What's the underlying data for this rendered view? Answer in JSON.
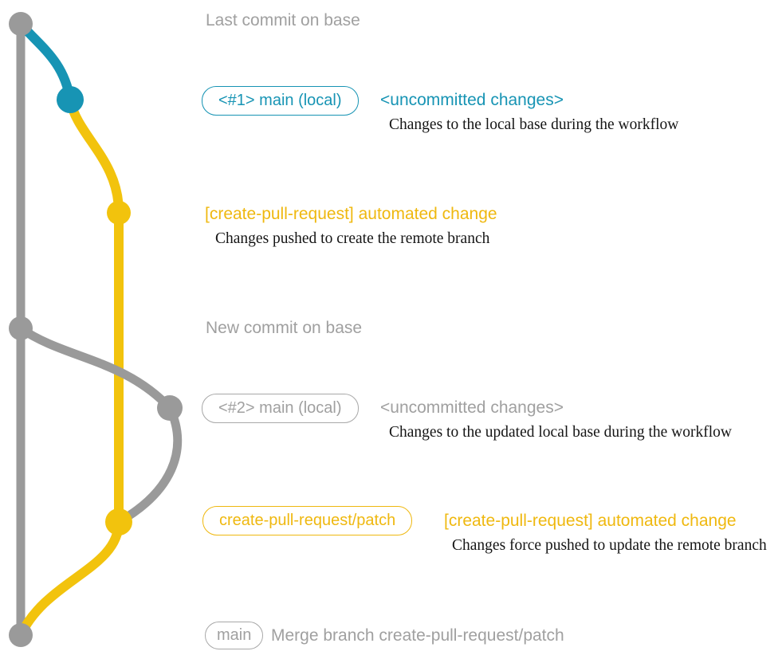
{
  "colors": {
    "base_gray": "#9a9a9a",
    "text_gray": "#a0a0a0",
    "blue": "#1794b4",
    "yellow_line": "#f2c30d",
    "yellow_text": "#efb80f",
    "note_black": "#151515"
  },
  "graph": {
    "branches": [
      {
        "name": "base",
        "color": "#9a9a9a"
      },
      {
        "name": "main (local)",
        "color": "#1794b4"
      },
      {
        "name": "create-pull-request/patch",
        "color": "#f2c30d"
      }
    ],
    "commits": [
      {
        "id": "last-commit-on-base",
        "branch": "base"
      },
      {
        "id": "main-local-1",
        "branch": "main (local)"
      },
      {
        "id": "automated-change-1",
        "branch": "create-pull-request/patch"
      },
      {
        "id": "new-commit-on-base",
        "branch": "base"
      },
      {
        "id": "main-local-2",
        "branch": "main (local)"
      },
      {
        "id": "automated-change-2",
        "branch": "create-pull-request/patch"
      },
      {
        "id": "merge-commit",
        "branch": "base"
      }
    ]
  },
  "labels": {
    "last_commit": "Last commit on base",
    "branch1_box": "<#1> main (local)",
    "branch1_status": "<uncommitted changes>",
    "branch1_note": "Changes to the local base during the workflow",
    "push1_title": "[create-pull-request] automated change",
    "push1_note": "Changes pushed to create the remote branch",
    "new_commit": "New commit on base",
    "branch2_box": "<#2> main (local)",
    "branch2_status": "<uncommitted changes>",
    "branch2_note": "Changes to the updated local base during the workflow",
    "patch_box": "create-pull-request/patch",
    "push2_title": "[create-pull-request] automated change",
    "push2_note": "Changes force pushed to update the remote branch",
    "main_box": "main",
    "merge_text": "Merge branch create-pull-request/patch"
  }
}
